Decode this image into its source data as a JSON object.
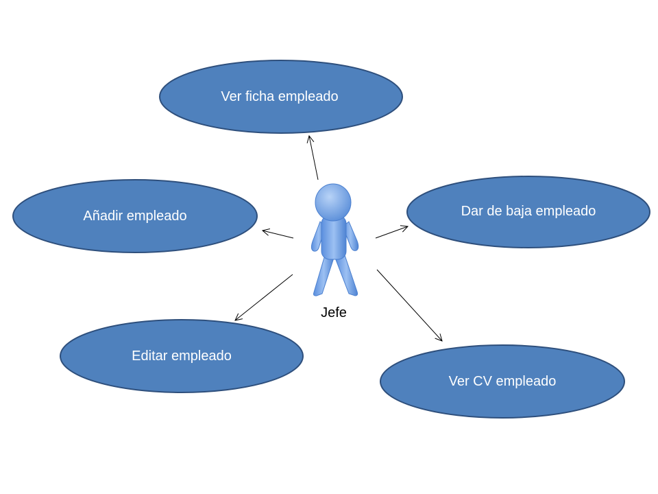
{
  "actor": {
    "name": "Jefe",
    "icon": "stick-figure-person-icon"
  },
  "use_cases": [
    {
      "id": "ver-ficha",
      "label": "Ver ficha empleado"
    },
    {
      "id": "anadir",
      "label": "Añadir empleado"
    },
    {
      "id": "dar-de-baja",
      "label": "Dar de baja empleado"
    },
    {
      "id": "editar",
      "label": "Editar empleado"
    },
    {
      "id": "ver-cv",
      "label": "Ver CV empleado"
    }
  ],
  "associations": [
    {
      "from": "Jefe",
      "to": "ver-ficha"
    },
    {
      "from": "Jefe",
      "to": "anadir"
    },
    {
      "from": "Jefe",
      "to": "dar-de-baja"
    },
    {
      "from": "Jefe",
      "to": "editar"
    },
    {
      "from": "Jefe",
      "to": "ver-cv"
    }
  ],
  "colors": {
    "usecase_fill": "#4f81bd",
    "usecase_border": "#2e4f7c",
    "usecase_text": "#ffffff",
    "actor_fill": "#7ba7e6",
    "actor_dark": "#4a7fcf",
    "line": "#000000"
  }
}
